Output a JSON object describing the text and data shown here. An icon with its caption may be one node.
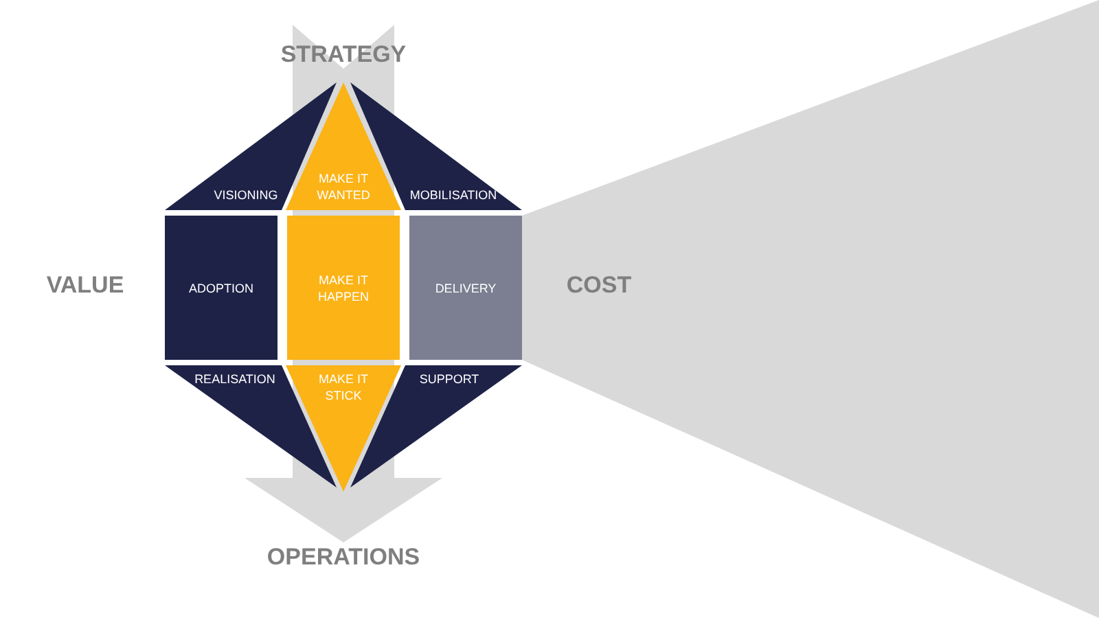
{
  "diagram": {
    "nodes": [
      {
        "text": [
          "VISIONING"
        ]
      },
      {
        "text": [
          "MAKE IT WANTED"
        ]
      },
      {
        "text": [
          "MOBILISATION"
        ]
      },
      {
        "text": [
          "ADOPTION"
        ]
      },
      {
        "text": [
          "MAKE IT HAPPEN"
        ]
      },
      {
        "text": [
          "DELIVERY"
        ]
      },
      {
        "text": [
          "REALISATION"
        ]
      },
      {
        "text": [
          "MAKE IT STICK"
        ]
      },
      {
        "text": [
          "SUPPORT"
        ]
      },
      {
        "text": [
          "STRATEGY"
        ]
      },
      {
        "text": [
          "OPERATIONS"
        ]
      }
    ],
    "edges": [
      {
        "from": 9,
        "to": 10,
        "arrow": "to"
      }
    ],
    "labels": [
      "VALUE",
      "COST"
    ]
  }
}
